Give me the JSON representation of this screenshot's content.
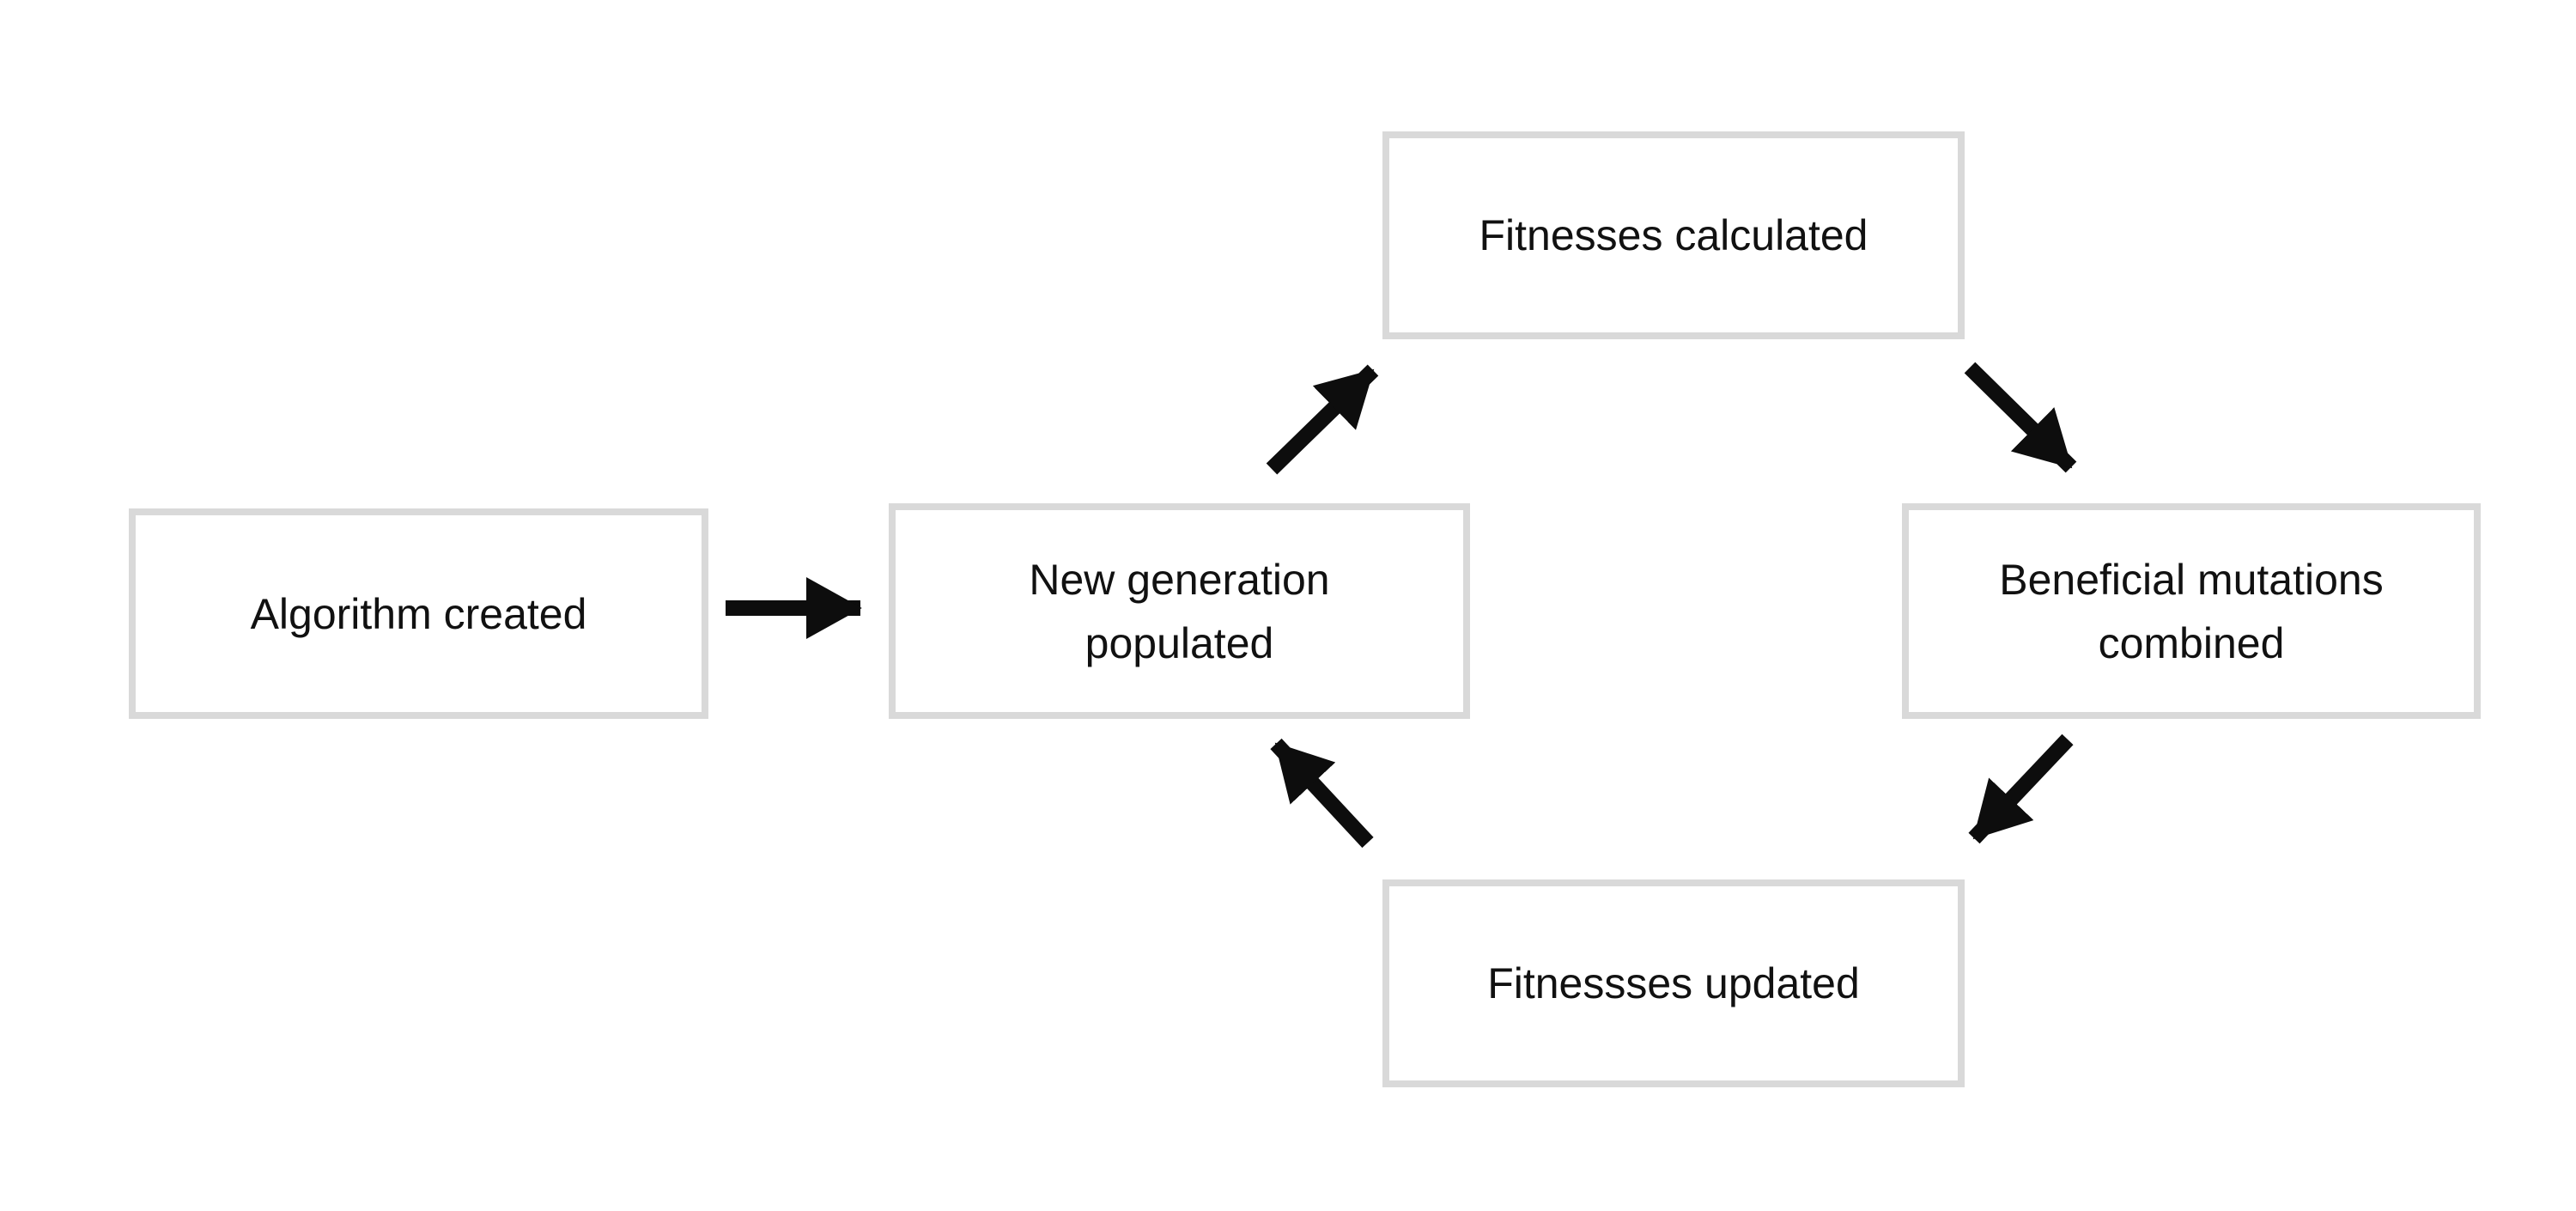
{
  "diagram": {
    "type": "flowchart-cycle",
    "colors": {
      "background": "#ffffff",
      "box_border_color": "#d9d9d9",
      "box_fill_color": "#ffffff",
      "text_color": "#111111",
      "arrow_color": "#0d0d0d"
    },
    "nodes": [
      {
        "id": "algorithm-created",
        "label": "Algorithm created"
      },
      {
        "id": "new-generation-populated",
        "label": "New generation\npopulated"
      },
      {
        "id": "fitnesses-calculated",
        "label": "Fitnesses calculated"
      },
      {
        "id": "beneficial-mutations-combined",
        "label": "Beneficial mutations\ncombined"
      },
      {
        "id": "fitnessses-updated",
        "label": "Fitnessses updated"
      }
    ],
    "edges": [
      {
        "from": "algorithm-created",
        "to": "new-generation-populated",
        "direction": "right"
      },
      {
        "from": "new-generation-populated",
        "to": "fitnesses-calculated",
        "direction": "up-right"
      },
      {
        "from": "fitnesses-calculated",
        "to": "beneficial-mutations-combined",
        "direction": "down-right"
      },
      {
        "from": "beneficial-mutations-combined",
        "to": "fitnessses-updated",
        "direction": "down-left"
      },
      {
        "from": "fitnessses-updated",
        "to": "new-generation-populated",
        "direction": "up-left"
      }
    ]
  }
}
